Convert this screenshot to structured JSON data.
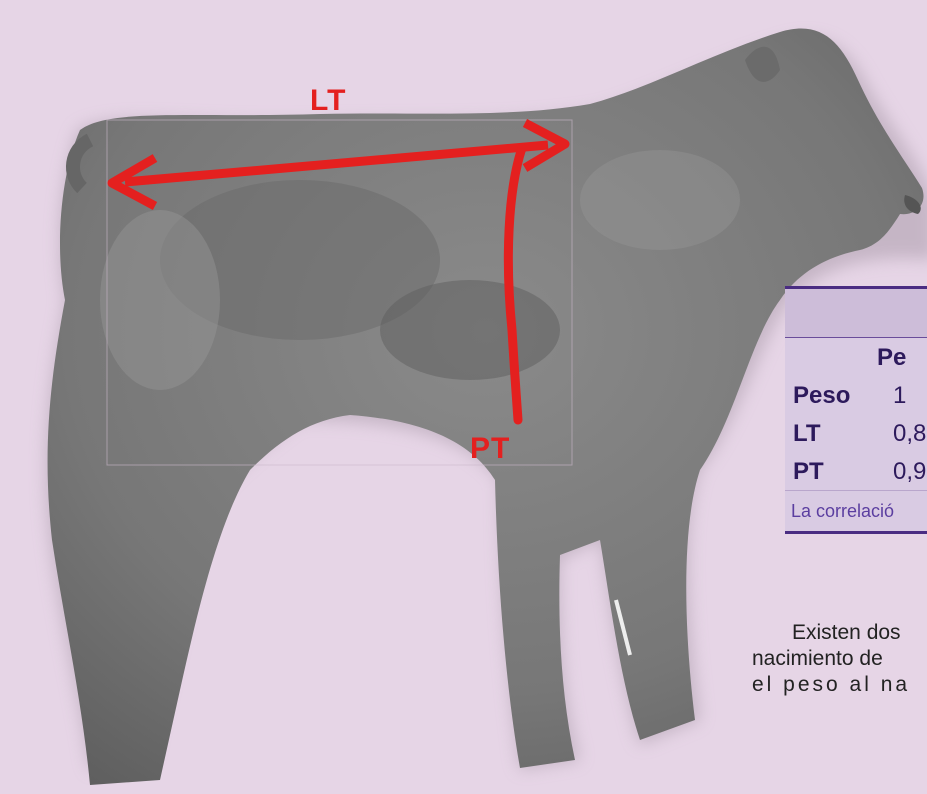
{
  "figure": {
    "labels": {
      "lt": "LT",
      "pt": "PT"
    },
    "colors": {
      "background": "#e6d5e6",
      "measure": "#e4201f",
      "table_accent": "#4a2c82"
    }
  },
  "table": {
    "header": [
      "",
      "Pe"
    ],
    "rows": [
      {
        "name": "Peso",
        "value": "1"
      },
      {
        "name": "LT",
        "value": "0,8"
      },
      {
        "name": "PT",
        "value": "0,9"
      }
    ],
    "note": "La correlació"
  },
  "paragraph": {
    "lines": [
      "Existen dos",
      "nacimiento de",
      "el peso al na"
    ]
  }
}
